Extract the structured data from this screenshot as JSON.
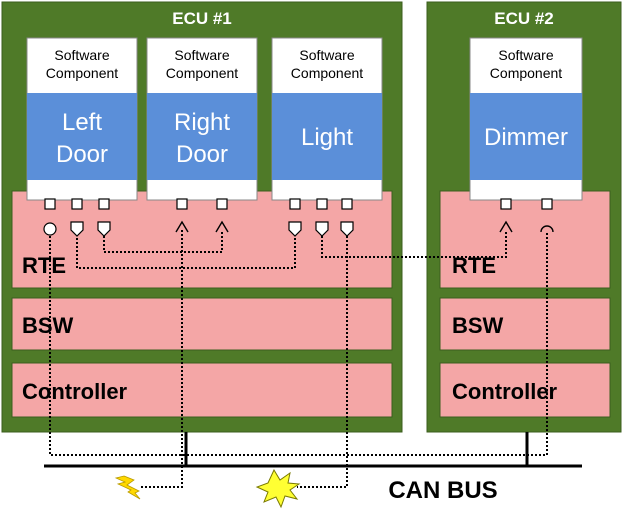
{
  "ecus": [
    {
      "title": "ECU #1",
      "rte": "RTE",
      "bsw": "BSW",
      "controller": "Controller"
    },
    {
      "title": "ECU #2",
      "rte": "RTE",
      "bsw": "BSW",
      "controller": "Controller"
    }
  ],
  "components": [
    {
      "caption_line1": "Software",
      "caption_line2": "Component",
      "name_line1": "Left",
      "name_line2": "Door"
    },
    {
      "caption_line1": "Software",
      "caption_line2": "Component",
      "name_line1": "Right",
      "name_line2": "Door"
    },
    {
      "caption_line1": "Software",
      "caption_line2": "Component",
      "name_line1": "Light",
      "name_line2": ""
    },
    {
      "caption_line1": "Software",
      "caption_line2": "Component",
      "name_line1": "Dimmer",
      "name_line2": ""
    }
  ],
  "bus": {
    "label": "CAN BUS"
  },
  "colors": {
    "ecu_fill": "#4f7a28",
    "layer_fill": "#f4a6a6",
    "component_fill": "#5b8fd9",
    "component_caption_bg": "#ffffff",
    "lightning": "#ffd800",
    "spark": "#ffff33"
  },
  "icons": {
    "switch": "lightning-icon",
    "lamp": "spark-icon"
  }
}
